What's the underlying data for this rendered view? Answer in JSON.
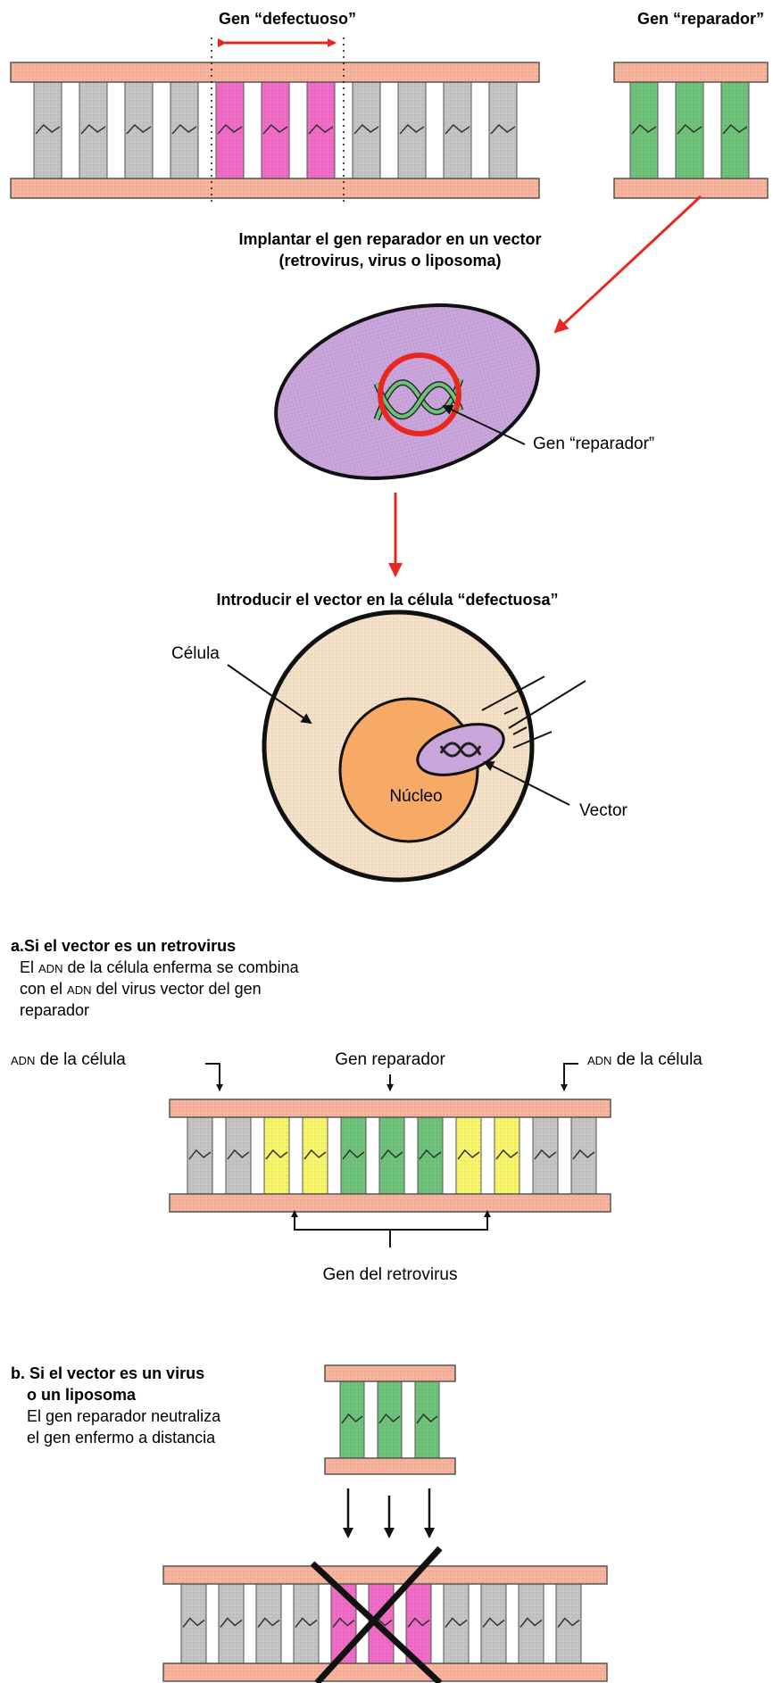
{
  "top": {
    "defective_gene_label": "Gen “defectuoso”",
    "repair_gene_label": "Gen “reparador”"
  },
  "steps": {
    "implant_line1": "Implantar el gen reparador en un vector",
    "implant_line2": "(retrovirus, virus o liposoma)",
    "vector_gene_label": "Gen “reparador”",
    "introduce": "Introducir el vector en la célula “defectuosa”"
  },
  "cell": {
    "cell_label": "Célula",
    "nucleus_label": "Núcleo",
    "vector_label": "Vector"
  },
  "section_a": {
    "title": "a.Si el vector es un retrovirus",
    "body1_pre": "El ",
    "body1_abbr": "ADN",
    "body1_post": " de la célula enferma se combina",
    "body2_pre": "con el ",
    "body2_abbr": "ADN",
    "body2_post": " del virus vector del gen",
    "body3": "reparador",
    "left_label_abbr": "ADN",
    "left_label_rest": " de la célula",
    "center_label": "Gen reparador",
    "right_label_abbr": "ADN",
    "right_label_rest": " de la célula",
    "bottom_label": "Gen del retrovirus"
  },
  "section_b": {
    "title1": "b. Si el vector es un virus",
    "title2": "o un liposoma",
    "body1": "El gen reparador neutraliza",
    "body2": "el gen enfermo a distancia"
  },
  "colors": {
    "rail": "#f8b49c",
    "gray_base": "#c4c4c4",
    "defective": "#f06cc6",
    "repair": "#6ec27a",
    "retro": "#f7f569",
    "vector": "#c9a5dc",
    "cytoplasm": "#f4e1c8",
    "nucleus": "#f7aa66",
    "arrow_red": "#e8281e"
  }
}
